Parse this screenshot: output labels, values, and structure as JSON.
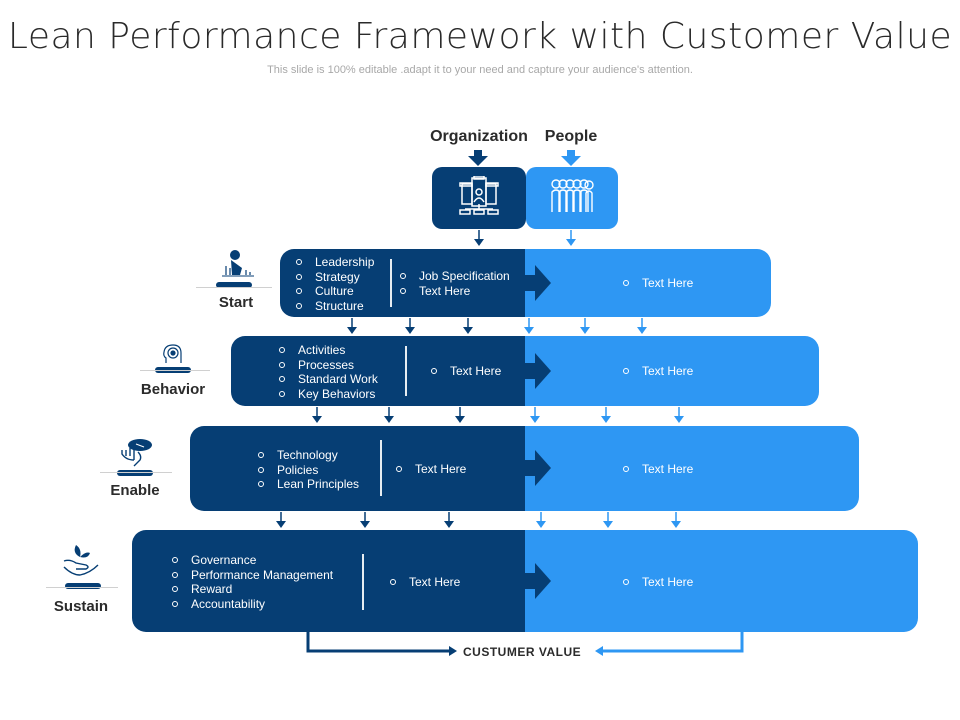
{
  "title": "Lean Performance Framework with Customer Value",
  "subtitle": "This slide is 100% editable .adapt it to your need and capture your audience's attention.",
  "columns": {
    "left": {
      "label": "Organization",
      "icon": "organization-icon"
    },
    "right": {
      "label": "People",
      "icon": "people-group-icon"
    }
  },
  "colors": {
    "dark": "#063e74",
    "light": "#2e97f3"
  },
  "tiers": [
    {
      "label": "Start",
      "icon": "person-kneeling-icon",
      "left_items": [
        "Leadership",
        "Strategy",
        "Culture",
        "Structure"
      ],
      "middle_items": [
        "Job Specification",
        "Text Here"
      ],
      "right_items": [
        "Text Here"
      ]
    },
    {
      "label": "Behavior",
      "icon": "head-gear-icon",
      "left_items": [
        "Activities",
        "Processes",
        "Standard Work",
        "Key Behaviors"
      ],
      "middle_items": [
        "Text Here"
      ],
      "right_items": [
        "Text Here"
      ]
    },
    {
      "label": "Enable",
      "icon": "hand-pointer-icon",
      "left_items": [
        "Technology",
        "Policies",
        "Lean Principles"
      ],
      "middle_items": [
        "Text Here"
      ],
      "right_items": [
        "Text Here"
      ]
    },
    {
      "label": "Sustain",
      "icon": "hand-plant-icon",
      "left_items": [
        "Governance",
        "Performance Management",
        "Reward",
        "Accountability"
      ],
      "middle_items": [
        "Text Here"
      ],
      "right_items": [
        "Text Here"
      ]
    }
  ],
  "customer_value": "CUSTUMER VALUE"
}
